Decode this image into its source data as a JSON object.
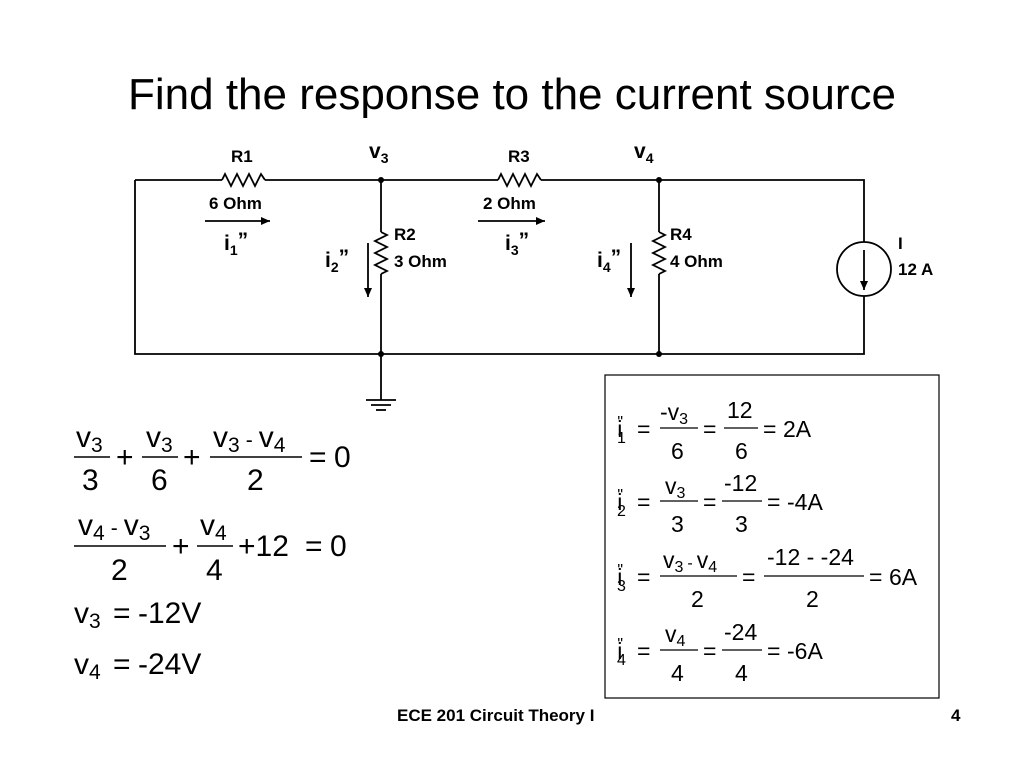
{
  "slide": {
    "title": "Find the response to the current source",
    "footer_course": "ECE 201 Circuit Theory I",
    "footer_page": "4"
  },
  "circuit": {
    "node_v3": {
      "main": "v",
      "sub": "3"
    },
    "node_v4": {
      "main": "v",
      "sub": "4"
    },
    "r1": {
      "name": "R1",
      "value": "6 Ohm"
    },
    "r2": {
      "name": "R2",
      "value": "3 Ohm"
    },
    "r3": {
      "name": "R3",
      "value": "2 Ohm"
    },
    "r4": {
      "name": "R4",
      "value": "4 Ohm"
    },
    "source": {
      "name": "I",
      "value": "12 A"
    },
    "i1": {
      "main": "i",
      "sub": "1",
      "sup": "”"
    },
    "i2": {
      "main": "i",
      "sub": "2",
      "sup": "”"
    },
    "i3": {
      "main": "i",
      "sub": "3",
      "sup": "”"
    },
    "i4": {
      "main": "i",
      "sub": "4",
      "sup": "”"
    }
  },
  "node_equations": {
    "eq1": {
      "t1_num": "v",
      "t1_num_sub": "3",
      "t1_den": "3",
      "plus1": "+",
      "t2_num": "v",
      "t2_num_sub": "3",
      "t2_den": "6",
      "plus2": "+",
      "t3_num_a": "v",
      "t3_num_a_sub": "3",
      "t3_minus": "-",
      "t3_num_b": "v",
      "t3_num_b_sub": "4",
      "t3_den": "2",
      "equals": "=",
      "rhs": "0"
    },
    "eq2": {
      "t1_num_a": "v",
      "t1_num_a_sub": "4",
      "t1_minus": "-",
      "t1_num_b": "v",
      "t1_num_b_sub": "3",
      "t1_den": "2",
      "plus1": "+",
      "t2_num": "v",
      "t2_num_sub": "4",
      "t2_den": "4",
      "plus2": "+12",
      "equals": "=",
      "rhs": "0"
    },
    "sol1": {
      "var": "v",
      "sub": "3",
      "equals": "=",
      "value": "-12V"
    },
    "sol2": {
      "var": "v",
      "sub": "4",
      "equals": "=",
      "value": "-24V"
    }
  },
  "current_box": {
    "c1": {
      "var": "i",
      "sup": "\"",
      "sub": "1",
      "eq": "=",
      "f1_num_a": "-v",
      "f1_num_sub": "3",
      "f1_den": "6",
      "eq2": "=",
      "f2_num": "12",
      "f2_den": "6",
      "eq3": "=",
      "result": "2A"
    },
    "c2": {
      "var": "i",
      "sup": "\"",
      "sub": "2",
      "eq": "=",
      "f1_num_a": "v",
      "f1_num_sub": "3",
      "f1_den": "3",
      "eq2": "=",
      "f2_num": "-12",
      "f2_den": "3",
      "eq3": "=",
      "result": "-4A"
    },
    "c3": {
      "var": "i",
      "sup": "\"",
      "sub": "3",
      "eq": "=",
      "f1_num_a": "v",
      "f1_num_sub": "3",
      "f1_minus": "-",
      "f1_num_b": "v",
      "f1_num_b_sub": "4",
      "f1_den": "2",
      "eq2": "=",
      "f2_num": "-12 - -24",
      "f2_den": "2",
      "eq3": "=",
      "result": "6A"
    },
    "c4": {
      "var": "i",
      "sup": "\"",
      "sub": "4",
      "eq": "=",
      "f1_num_a": "v",
      "f1_num_sub": "4",
      "f1_den": "4",
      "eq2": "=",
      "f2_num": "-24",
      "f2_den": "4",
      "eq3": "=",
      "result": "-6A"
    }
  }
}
